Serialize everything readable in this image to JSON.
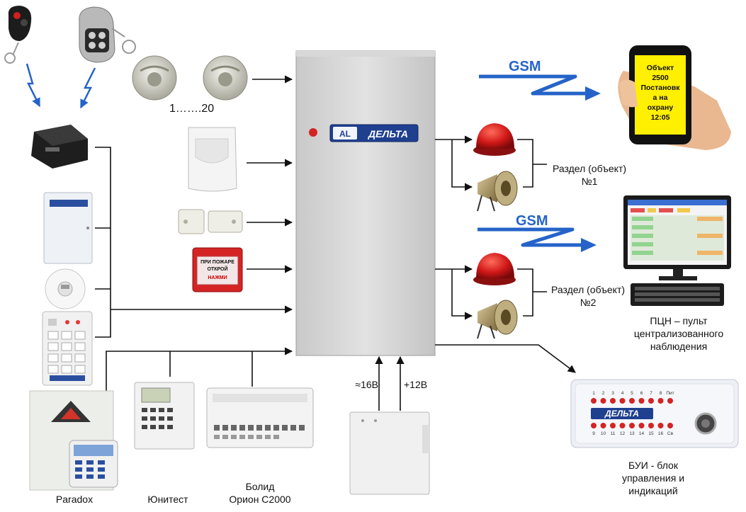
{
  "labels": {
    "detectors_range": "1…….20",
    "section1_line1": "Раздел (объект)",
    "section1_line2": "№1",
    "section2_line1": "Раздел (объект)",
    "section2_line2": "№2",
    "gsm_top": "GSM",
    "gsm_bottom": "GSM",
    "ptsn_line1": "ПЦН – пульт",
    "ptsn_line2": "централизованного",
    "ptsn_line3": "наблюдения",
    "bui_line1": "БУИ - блок",
    "bui_line2": "управления и",
    "bui_line3": "индикаций",
    "paradox": "Paradox",
    "unitest": "Юнитест",
    "bolid_line1": "Болид",
    "bolid_line2": "Орион С2000",
    "ac_power": "≈16В",
    "dc_power": "+12В"
  },
  "panel": {
    "brand": "ДЕЛЬТА",
    "logo": "AL"
  },
  "phone_screen": [
    "Объект",
    "2500",
    "Постановк",
    "а на",
    "охрану",
    "12:05"
  ],
  "call_point": {
    "line1": "ПРИ ПОЖАРЕ",
    "line2": "ОТКРОЙ",
    "line3": "НАЖМИ"
  },
  "bui_unit": {
    "brand": "ДЕЛЬТА",
    "top_numbers": [
      "1",
      "2",
      "3",
      "4",
      "5",
      "6",
      "7",
      "8",
      "Пит"
    ],
    "bottom_numbers": [
      "9",
      "10",
      "11",
      "12",
      "13",
      "14",
      "15",
      "16",
      "Св"
    ]
  },
  "colors": {
    "arrow": "#111111",
    "gsm": "#2563c9",
    "siren": "#d01818",
    "phone_screen": "#ffef00"
  }
}
